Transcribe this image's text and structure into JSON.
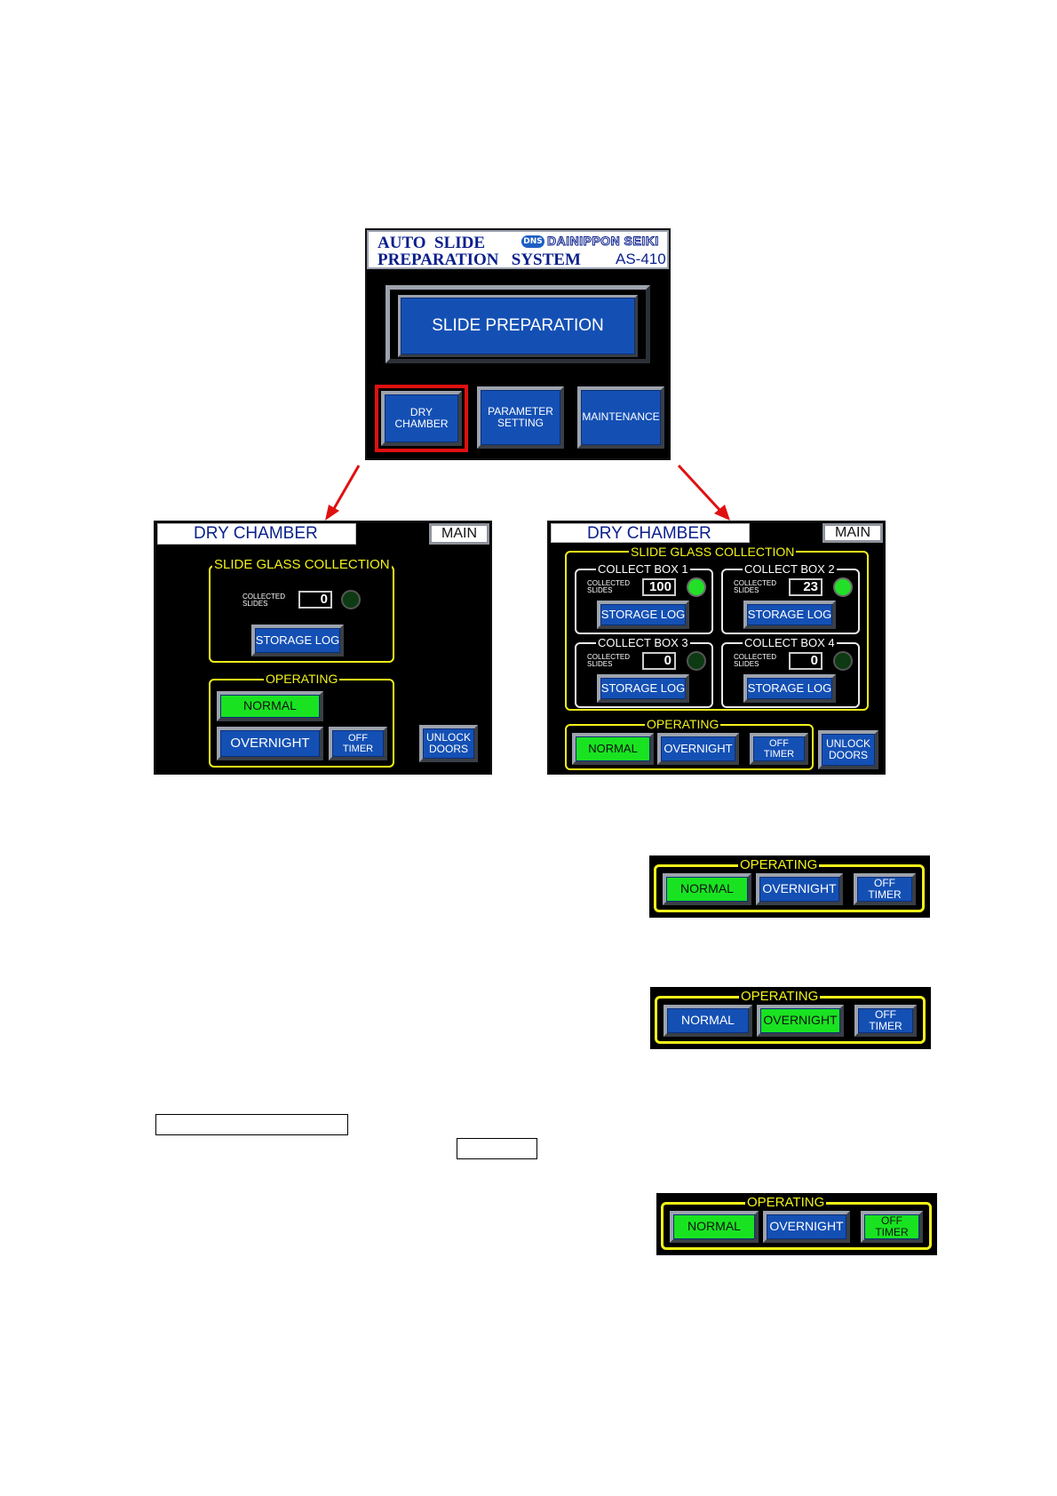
{
  "main_screen": {
    "title_line1": "AUTO  SLIDE",
    "title_line2": "PREPARATION   SYSTEM",
    "brand_badge": "DNS",
    "brand": "DAINIPPON SEIKI",
    "model": "AS-410",
    "slide_preparation": "SLIDE PREPARATION",
    "dry_chamber": "DRY\nCHAMBER",
    "parameter_setting": "PARAMETER\nSETTING",
    "maintenance": "MAINTENANCE"
  },
  "dry_chamber_single": {
    "title": "DRY CHAMBER",
    "main": "MAIN",
    "collection_title": "SLIDE GLASS COLLECTION",
    "collected_label": "COLLECTED\nSLIDES",
    "collected_value": "0",
    "storage_log": "STORAGE LOG",
    "operating_title": "OPERATING",
    "normal": "NORMAL",
    "overnight": "OVERNIGHT",
    "off_timer": "OFF\nTIMER",
    "unlock_doors": "UNLOCK\nDOORS"
  },
  "dry_chamber_multi": {
    "title": "DRY CHAMBER",
    "main": "MAIN",
    "collection_title": "SLIDE GLASS COLLECTION",
    "boxes": [
      {
        "title": "COLLECT BOX 1",
        "label": "COLLECTED\nSLIDES",
        "value": "100",
        "lamp": "on",
        "storage_log": "STORAGE LOG"
      },
      {
        "title": "COLLECT BOX 2",
        "label": "COLLECTED\nSLIDES",
        "value": "23",
        "lamp": "on",
        "storage_log": "STORAGE LOG"
      },
      {
        "title": "COLLECT BOX 3",
        "label": "COLLECTED\nSLIDES",
        "value": "0",
        "lamp": "off",
        "storage_log": "STORAGE LOG"
      },
      {
        "title": "COLLECT BOX 4",
        "label": "COLLECTED\nSLIDES",
        "value": "0",
        "lamp": "off",
        "storage_log": "STORAGE LOG"
      }
    ],
    "operating_title": "OPERATING",
    "normal": "NORMAL",
    "overnight": "OVERNIGHT",
    "off_timer": "OFF\nTIMER",
    "unlock_doors": "UNLOCK\nDOORS"
  },
  "operating_examples": [
    {
      "title": "OPERATING",
      "normal": "NORMAL",
      "overnight": "OVERNIGHT",
      "off_timer": "OFF\nTIMER",
      "active": [
        "normal"
      ]
    },
    {
      "title": "OPERATING",
      "normal": "NORMAL",
      "overnight": "OVERNIGHT",
      "off_timer": "OFF\nTIMER",
      "active": [
        "overnight"
      ]
    },
    {
      "title": "OPERATING",
      "normal": "NORMAL",
      "overnight": "OVERNIGHT",
      "off_timer": "OFF\nTIMER",
      "active": [
        "normal",
        "off_timer"
      ]
    }
  ],
  "colors": {
    "button_blue": "#1450b4",
    "active_green": "#19e321",
    "frame_yellow": "#f2f21a",
    "highlight_red": "#e01010"
  }
}
